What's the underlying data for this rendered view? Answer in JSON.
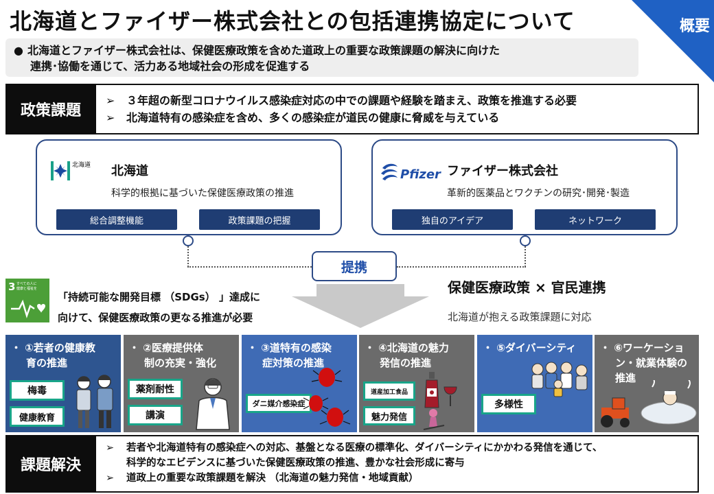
{
  "header": {
    "title": "北海道とファイザー株式会社との包括連携協定について",
    "corner_label": "概要"
  },
  "summary": {
    "line1": "北海道とファイザー株式会社は、保健医療政策を含めた道政上の重要な政策課題の解決に向けた",
    "line2": "連携･協働を通じて、活力ある地域社会の形成を促進する"
  },
  "issues": {
    "label": "政策課題",
    "items": [
      "３年超の新型コロナウイルス感染症対応の中での課題や経験を踏まえ、政策を推進する必要",
      "北海道特有の感染症を含め、多くの感染症が道民の健康に脅威を与えている"
    ]
  },
  "hokkaido": {
    "logo_text": "北海道",
    "name": "北海道",
    "desc": "科学的根拠に基づいた保健医療政策の推進",
    "pills": [
      "総合調整機能",
      "政策課題の把握"
    ]
  },
  "pfizer": {
    "logo_text": "Pfizer",
    "name": "ファイザー株式会社",
    "desc": "革新的医薬品とワクチンの研究･開発･製造",
    "pills": [
      "独自のアイデア",
      "ネットワーク"
    ]
  },
  "link_label": "提携",
  "sdg": {
    "number": "3",
    "icon_text_1": "すべての人に",
    "icon_text_2": "健康と福祉を",
    "line1": "「持続可能な開発目標 （SDGs） 」達成に",
    "line2": "向けて、保健医療政策の更なる推進が必要"
  },
  "policy": {
    "title": "保健医療政策 × 官民連携",
    "subtitle": "北海道が抱える政策課題に対応"
  },
  "tiles": [
    {
      "head1": "・ ①若者の健康教",
      "head2": "育の推進",
      "tags": [
        "梅毒",
        "健康教育"
      ],
      "bg": "#2e5590"
    },
    {
      "head1": "・ ②医療提供体",
      "head2": "制の充実・強化",
      "tags": [
        "薬剤耐性",
        "講演"
      ],
      "bg": "#6b6b6b"
    },
    {
      "head1": "・ ③道特有の感染",
      "head2": "症対策の推進",
      "tags": [
        "ダニ媒介感染症"
      ],
      "bg": "#3f6bb5"
    },
    {
      "head1": "・ ④北海道の魅力",
      "head2": "発信の推進",
      "tags": [
        "道産加工食品",
        "魅力発信"
      ],
      "bg": "#6b6b6b"
    },
    {
      "head1": "・ ⑤ダイバーシティ",
      "head2": "",
      "tags": [
        "多様性"
      ],
      "bg": "#3f6bb5"
    },
    {
      "head1": "・ ⑥ワーケーショ",
      "head2": "ン・就業体験の",
      "head3": "推進",
      "tags": [],
      "bg": "#6b6b6b"
    }
  ],
  "result": {
    "label": "課題解決",
    "line1": "若者や北海道特有の感染症への対応、基盤となる医療の標準化、ダイバーシティにかかわる発信を通じて、",
    "line2": "科学的なエビデンスに基づいた保健医療政策の推進、豊かな社会形成に寄与",
    "line3": "道政上の重要な政策課題を解決 （北海道の魅力発信・地域貢献）"
  },
  "colors": {
    "navy": "#1f3d73",
    "accent_blue": "#1f4ea8",
    "teal": "#19a589",
    "sdg_green": "#4c9f38",
    "dark": "#0d0d0d"
  }
}
